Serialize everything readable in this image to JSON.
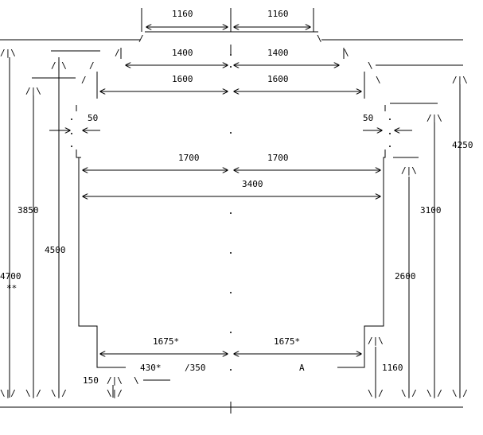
{
  "dimensions": {
    "top_left_1160": "1160",
    "top_right_1160": "1160",
    "left_1400": "1400",
    "right_1400": "1400",
    "left_1600": "1600",
    "right_1600": "1600",
    "left_50": "50",
    "right_50": "50",
    "left_1700": "1700",
    "right_1700": "1700",
    "total_3400": "3400",
    "height_4250": "4250",
    "height_3850": "3850",
    "height_3100": "3100",
    "height_4500": "4500",
    "height_4700": "4700",
    "double_star": "**",
    "height_2600": "2600",
    "left_1675": "1675*",
    "right_1675": "1675*",
    "bottom_430": "430*",
    "bottom_350": "/350",
    "label_a": "A",
    "right_1160": "1160",
    "bottom_150": "150"
  },
  "ascii": {
    "slash_backslash": "/|\\",
    "backslash_slash": "\\|/",
    "slash": "/",
    "backslash": "\\",
    "period": ".",
    "gt_dash": "—>",
    "lt_dash": "<—"
  }
}
